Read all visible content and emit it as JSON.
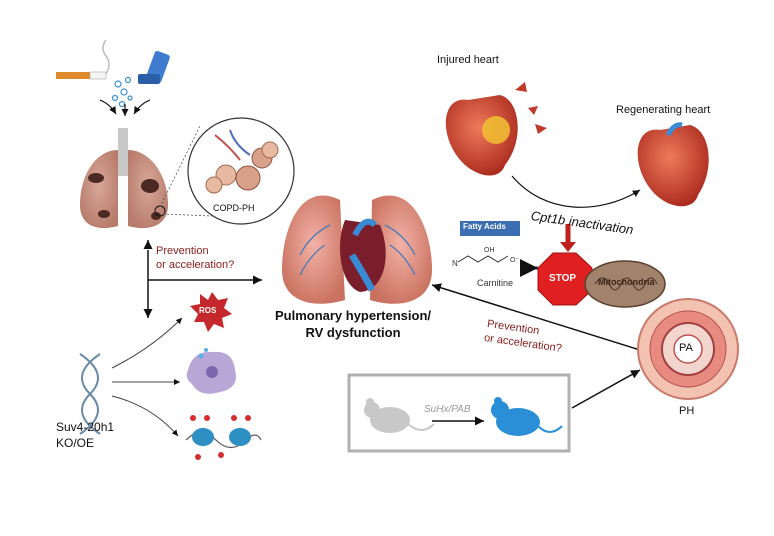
{
  "labels": {
    "injured_heart": "Injured heart",
    "regenerating_heart": "Regenerating heart",
    "copd_ph": "COPD-PH",
    "fatty_acids": "Fatty Acids",
    "carnitine": "Carnitine",
    "stop": "STOP",
    "mitochondria": "Mitochondria",
    "cpt1b": "Cpt1b inactivation",
    "prevention_left_1": "Prevention",
    "prevention_left_2": "or acceleration?",
    "prevention_right_1": "Prevention",
    "prevention_right_2": "or acceleration?",
    "ph_title_1": "Pulmonary hypertension/",
    "ph_title_2": "RV dysfunction",
    "ros": "ROS",
    "suv_1": "Suv4-20h1",
    "suv_2": "KO/OE",
    "pa": "PA",
    "ph": "PH",
    "suhx": "SuHx/PAB"
  },
  "colors": {
    "annotation_red": "#8b1c1c",
    "lung_pink": "#d98a7c",
    "heart_red": "#c0392b",
    "stop_red": "#e02020",
    "fatty_blue": "#3b6db3",
    "mouse_blue": "#2a8fd6",
    "box_gray": "#b0b0b0"
  },
  "icons": [
    "cigarette-icon",
    "inhaler-icon",
    "lungs-icon",
    "copd-alveoli-icon",
    "central-lungs-heart-icon",
    "injured-heart-icon",
    "regenerating-heart-icon",
    "stop-sign-icon",
    "mitochondria-icon",
    "ros-burst-icon",
    "macrophage-icon",
    "nucleosome-icon",
    "dna-icon",
    "pulmonary-artery-icon",
    "gray-mouse-icon",
    "blue-mouse-icon"
  ]
}
